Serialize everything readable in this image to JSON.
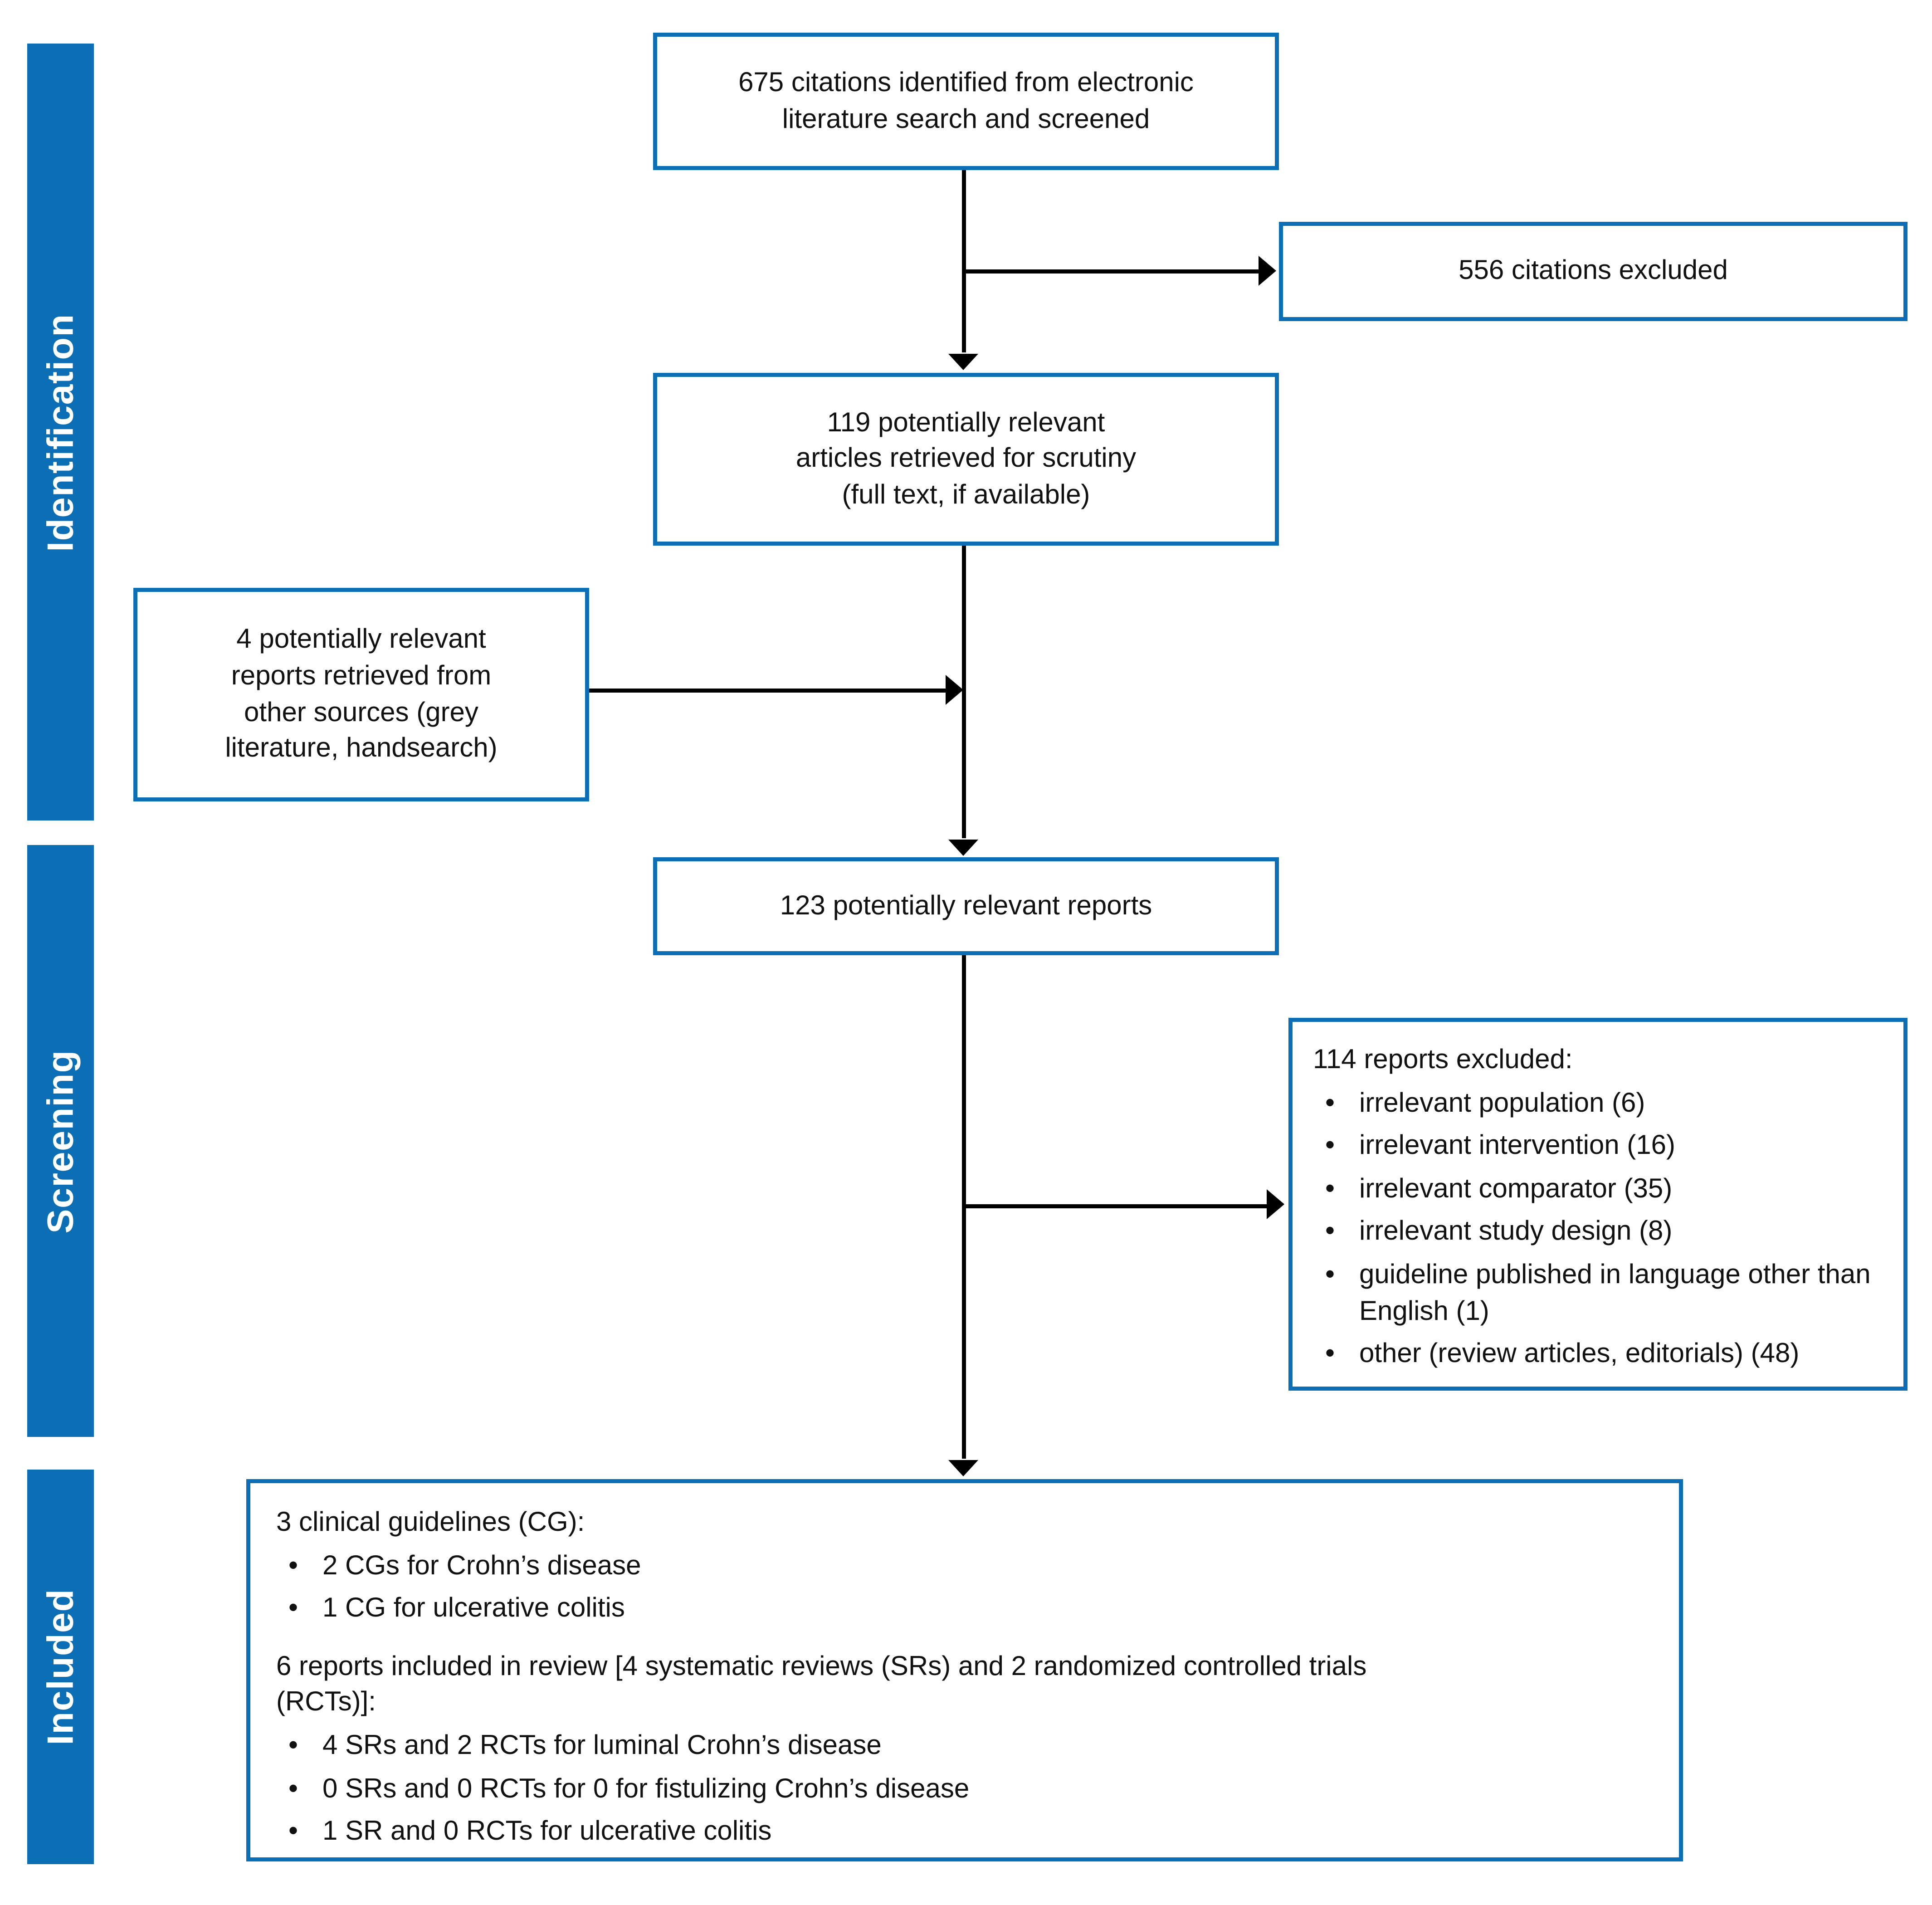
{
  "palette": {
    "blue": "#0c6fb6",
    "ink": "#111111",
    "arrow": "#000000"
  },
  "sidebar": {
    "stages": [
      {
        "label": "Identification"
      },
      {
        "label": "Screening"
      },
      {
        "label": "Included"
      }
    ]
  },
  "flow": {
    "box_675": {
      "lines": [
        "675 citations identified from electronic",
        "literature search and screened"
      ]
    },
    "box_556": {
      "lines": [
        "556 citations excluded"
      ]
    },
    "box_119": {
      "lines": [
        "119 potentially relevant",
        "articles retrieved for scrutiny",
        "(full text, if available)"
      ]
    },
    "box_grey": {
      "lines": [
        "4 potentially relevant",
        "reports retrieved from",
        "other sources (grey",
        "literature, handsearch)"
      ]
    },
    "box_123": {
      "lines": [
        "123 potentially relevant reports"
      ]
    },
    "box_excluded": {
      "heading": "114 reports excluded:",
      "bullets": [
        "irrelevant population (6)",
        "irrelevant intervention (16)",
        "irrelevant comparator (35)",
        "irrelevant study design (8)",
        "guideline published in language other than English (1)",
        "other (review articles, editorials) (48)"
      ]
    },
    "box_included": {
      "guidelines_heading": "3 clinical guidelines (CG):",
      "guidelines_bullets": [
        "2 CGs for Crohn’s disease",
        "1 CG for ulcerative colitis"
      ],
      "reports_heading_lines": [
        "6 reports included in review [4 systematic reviews (SRs) and 2 randomized controlled trials",
        "(RCTs)]:"
      ],
      "reports_bullets": [
        "4 SRs and 2 RCTs for luminal Crohn’s disease",
        "0 SRs and 0 RCTs for 0 for fistulizing Crohn’s disease",
        "1 SR and 0 RCTs for ulcerative colitis"
      ]
    }
  }
}
